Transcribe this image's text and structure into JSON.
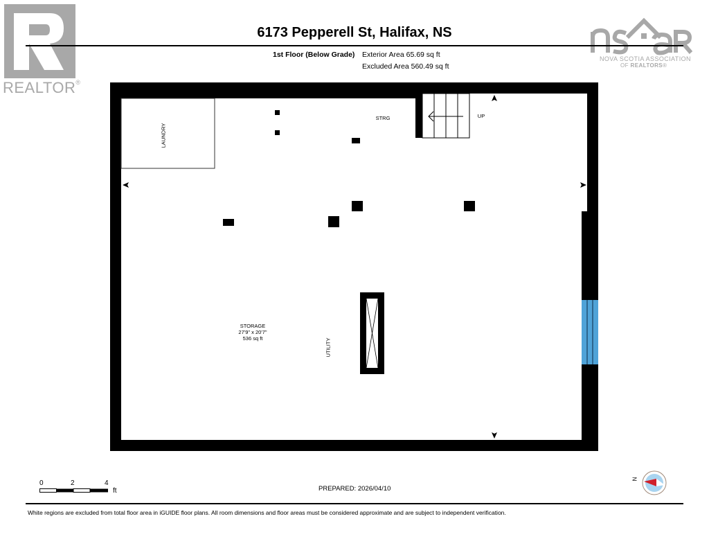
{
  "header": {
    "title": "6173 Pepperell St, Halifax, NS",
    "floor_label": "1st Floor (Below Grade)",
    "exterior_area": "Exterior Area 65.69 sq ft",
    "excluded_area": "Excluded Area 560.49 sq ft"
  },
  "logos": {
    "realtor": {
      "text": "REALTOR",
      "reg": "®",
      "color": "#a8a8a8"
    },
    "nsar": {
      "wordmark": "nsar",
      "line1": "NOVA SCOTIA ASSOCIATION",
      "line2_prefix": "OF ",
      "line2_bold": "REALTORS",
      "reg": "®",
      "color": "#a8a8a8"
    }
  },
  "floor_plan": {
    "wall_color": "#000000",
    "window_color": "#4fa3d8",
    "rooms": [
      {
        "name": "LAUNDRY"
      },
      {
        "name": "STRG"
      },
      {
        "name": "STORAGE",
        "dimensions": "27'9\" x 20'7\"",
        "area": "536 sq ft"
      },
      {
        "name": "UTILITY"
      }
    ],
    "stairs": {
      "label": "UP",
      "icon": "stairs-up-arrow-icon"
    },
    "markers": [
      "arrow-left-marker",
      "arrow-right-marker",
      "arrow-up-marker",
      "arrow-down-marker"
    ]
  },
  "footer": {
    "scale": {
      "labels": [
        "0",
        "2",
        "4"
      ],
      "unit": "ft"
    },
    "prepared": "PREPARED: 2026/04/10",
    "compass_label": "N",
    "compass_colors": {
      "needle": "#d0202a",
      "disc": "#a9d4f0"
    },
    "disclaimer": "White regions are excluded from total floor area in iGUIDE floor plans. All room dimensions and floor areas must be considered approximate and are subject to independent verification."
  }
}
